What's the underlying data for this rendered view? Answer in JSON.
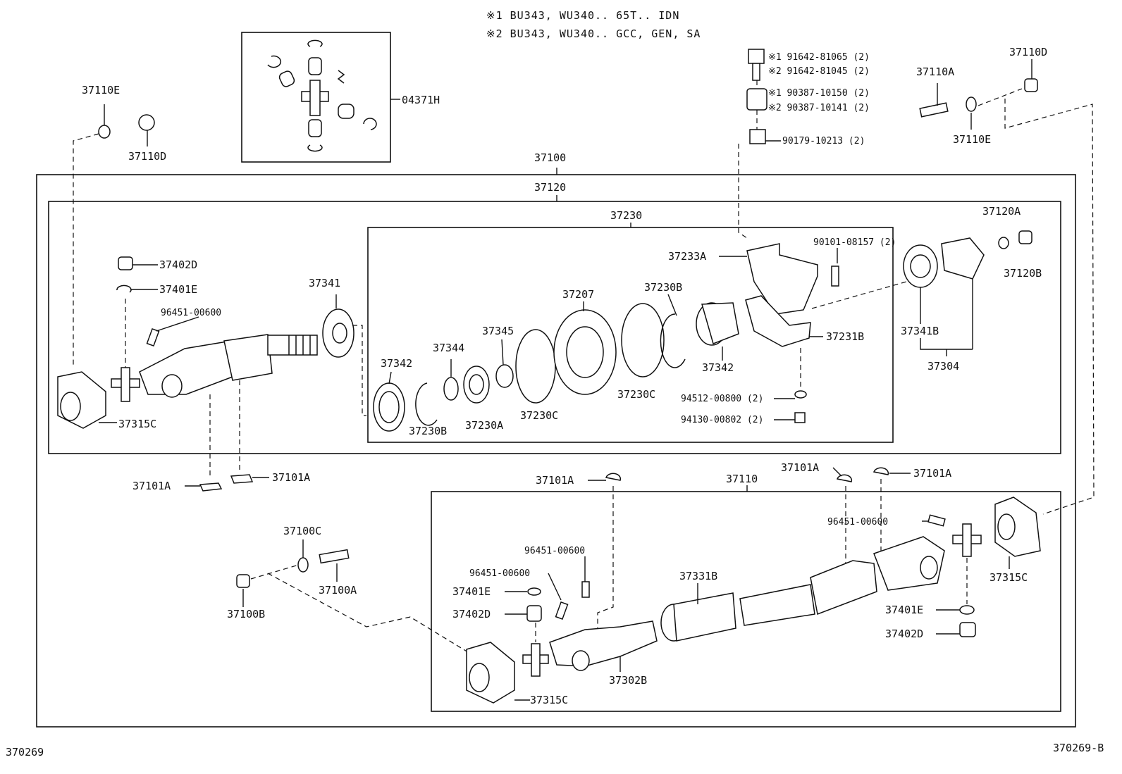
{
  "notes": {
    "note1": "※1 BU343, WU340.. 65T.. IDN",
    "note2": "※2 BU343, WU340.. GCC, GEN, SA"
  },
  "footer": {
    "left_code": "370269",
    "right_code": "370269-B"
  },
  "assemblies": {
    "propeller_shaft": "37100",
    "front_shaft": "37120",
    "center_bearing": "37230",
    "rear_shaft": "37110",
    "inset_kit": "04371H"
  },
  "labels": {
    "a37110E_tl": "37110E",
    "a37110D_tl": "37110D",
    "a37402D_t": "37402D",
    "a37401E_t": "37401E",
    "a96451_t": "96451-00600",
    "a37341": "37341",
    "a37315C_l": "37315C",
    "a37342_l": "37342",
    "a37344": "37344",
    "a37345": "37345",
    "a37230B_l": "37230B",
    "a37230A": "37230A",
    "a37230C_l": "37230C",
    "a37207": "37207",
    "a37230C_r": "37230C",
    "a37230B_r": "37230B",
    "a37342_r": "37342",
    "a37233A": "37233A",
    "a90101": "90101-08157 (2)",
    "a37231B": "37231B",
    "a94512": "94512-00800 (2)",
    "a94130": "94130-00802 (2)",
    "a37120A": "37120A",
    "a37120B": "37120B",
    "a37341B": "37341B",
    "a37304": "37304",
    "b1": "※1 91642-81065 (2)",
    "b2": "※2 91642-81045 (2)",
    "n1": "※1 90387-10150 (2)",
    "n2": "※2 90387-10141 (2)",
    "n3": "90179-10213 (2)",
    "a37110A": "37110A",
    "a37110D_tr": "37110D",
    "a37110E_tr": "37110E",
    "a37101A_1": "37101A",
    "a37101A_2": "37101A",
    "a37101A_3": "37101A",
    "a37101A_4": "37101A",
    "a37101A_5": "37101A",
    "a37100C": "37100C",
    "a37100A": "37100A",
    "a37100B": "37100B",
    "a96451_b1": "96451-00600",
    "a96451_b2": "96451-00600",
    "a37401E_b": "37401E",
    "a37402D_b": "37402D",
    "a37331B": "37331B",
    "a37302B": "37302B",
    "a37315C_b": "37315C",
    "a96451_br": "96451-00600",
    "a37401E_br": "37401E",
    "a37402D_br": "37402D",
    "a37315C_r": "37315C"
  }
}
